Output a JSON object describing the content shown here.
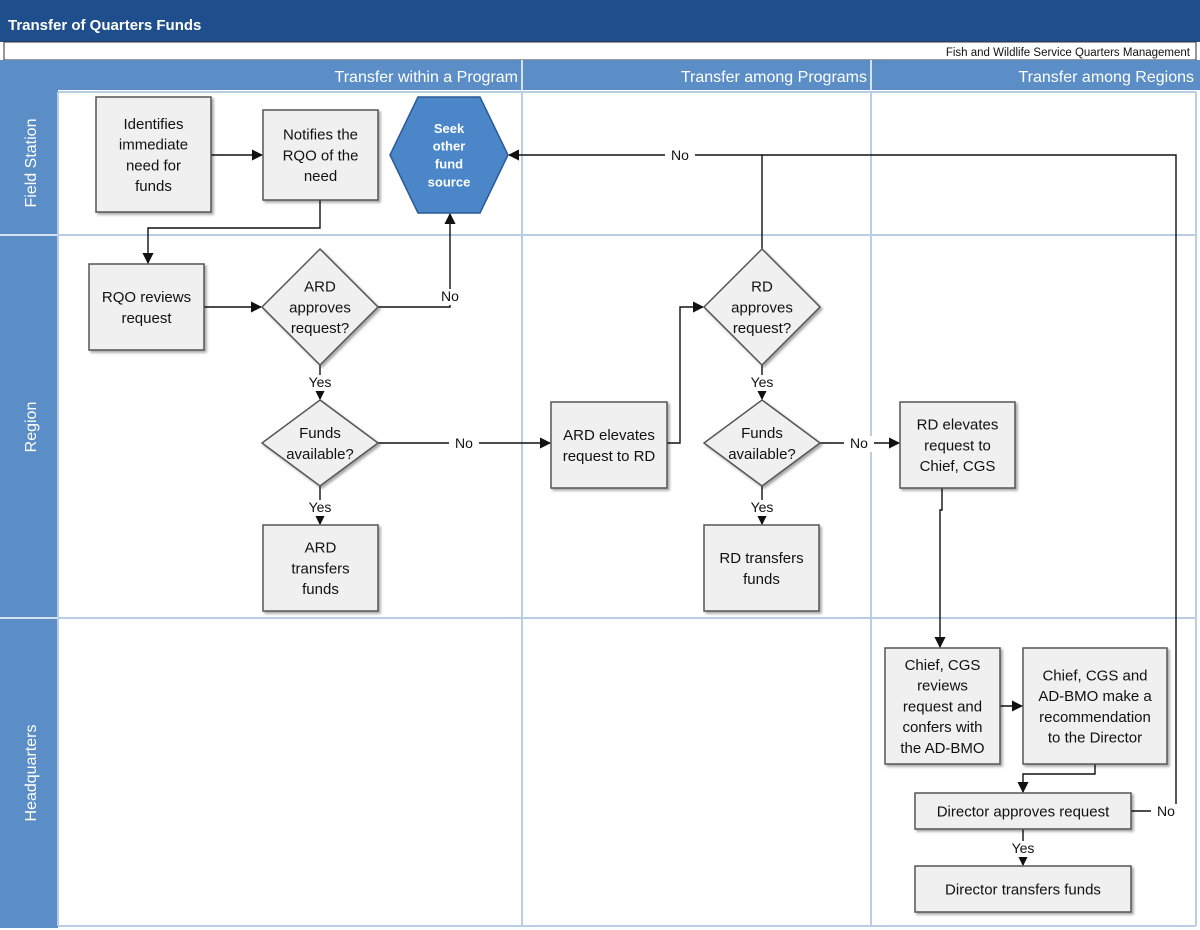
{
  "title": "Transfer of Quarters Funds",
  "subtitle": "Fish and Wildlife Service Quarters Management",
  "columns": [
    "Transfer within a Program",
    "Transfer among Programs",
    "Transfer among Regions"
  ],
  "lanes": [
    "Field Station",
    "Region",
    "Headquarters"
  ],
  "nodes": {
    "identifies": [
      "Identifies",
      "immediate",
      "need for",
      "funds"
    ],
    "notifies": [
      "Notifies the",
      "RQO of the",
      "need"
    ],
    "seek": [
      "Seek",
      "other",
      "fund",
      "source"
    ],
    "rqo_reviews": [
      "RQO reviews",
      "request"
    ],
    "ard_approves": [
      "ARD",
      "approves",
      "request?"
    ],
    "funds_available_1": [
      "Funds",
      "available?"
    ],
    "ard_transfers": [
      "ARD",
      "transfers",
      "funds"
    ],
    "ard_elevates": [
      "ARD elevates",
      "request to RD"
    ],
    "rd_approves": [
      "RD",
      "approves",
      "request?"
    ],
    "funds_available_2": [
      "Funds",
      "available?"
    ],
    "rd_transfers": [
      "RD transfers",
      "funds"
    ],
    "rd_elevates": [
      "RD elevates",
      "request to",
      "Chief, CGS"
    ],
    "chief_reviews": [
      "Chief, CGS",
      "reviews",
      "request and",
      "confers with",
      "the AD-BMO"
    ],
    "chief_recommend": [
      "Chief, CGS and",
      "AD-BMO make a",
      "recommendation",
      "to the Director"
    ],
    "director_approves": [
      "Director approves request"
    ],
    "director_transfers": [
      "Director transfers funds"
    ]
  },
  "edge_labels": {
    "no_ard": "No",
    "yes_ard": "Yes",
    "no_funds1": "No",
    "yes_funds1": "Yes",
    "no_top": "No",
    "yes_rd": "Yes",
    "no_funds2": "No",
    "yes_funds2": "Yes",
    "no_director": "No",
    "yes_director": "Yes"
  },
  "colors": {
    "title_bar": "#1f4e8c",
    "header_band": "#5b8ec6",
    "lane_band": "#5b8ec6",
    "grid_line": "#b9cde4",
    "box_fill": "#f0f0f0",
    "box_stroke": "#555555",
    "hex_fill": "#4a86c8",
    "hex_stroke": "#2a5a96"
  }
}
